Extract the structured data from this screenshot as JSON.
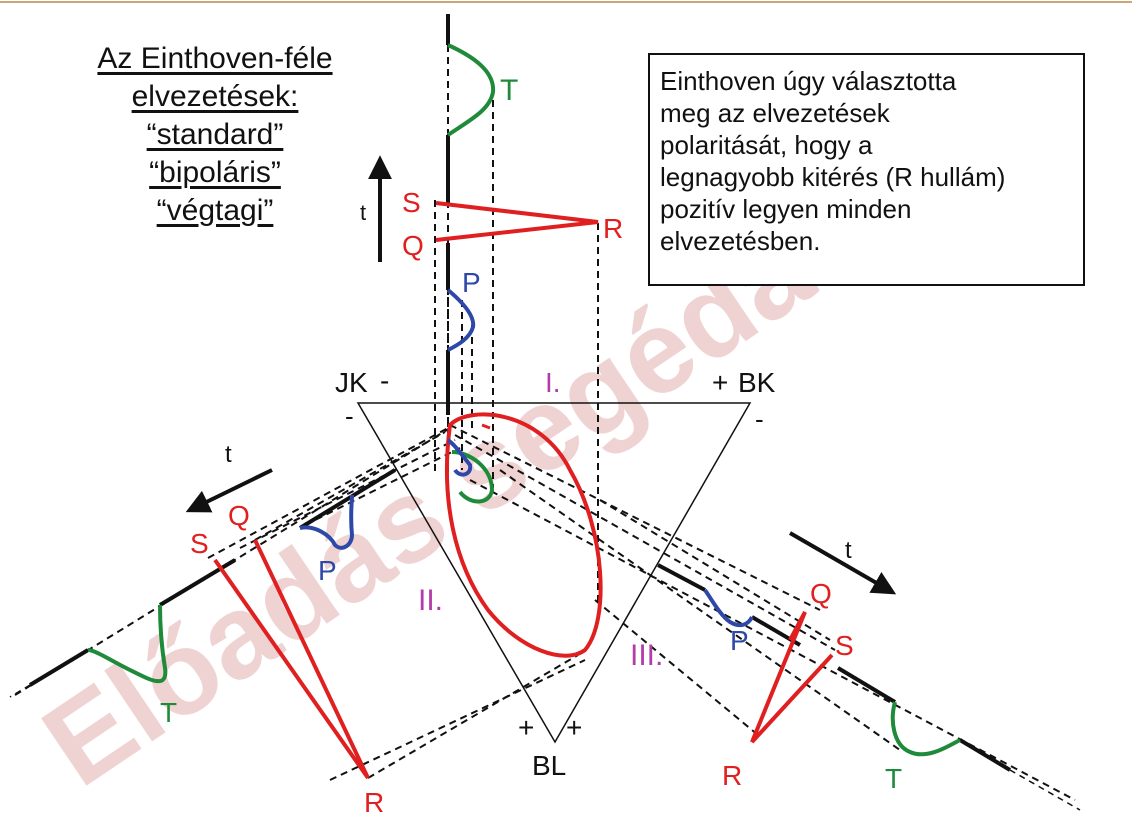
{
  "title_lines": [
    "Az Einthoven-féle",
    "elvezetések:",
    "“standard”",
    "“bipoláris”",
    "“végtagi”"
  ],
  "info_lines": [
    "Einthoven úgy választotta",
    "meg az elvezetések",
    "polaritását, hogy a",
    "legnagyobb kitérés (R hullám)",
    "pozitív legyen minden",
    "elvezetésben."
  ],
  "labels": {
    "jk": "JK",
    "bk": "BK",
    "bl": "BL",
    "lead1": "I.",
    "lead2": "II.",
    "lead3": "III.",
    "t": "t",
    "minus": "-",
    "plus": "+",
    "P": "P",
    "Q": "Q",
    "R": "R",
    "S": "S",
    "T": "T"
  },
  "watermark": "Előadás segédanyag",
  "colors": {
    "qrs": "#e02020",
    "p": "#2d48a8",
    "t": "#1f8a3a",
    "lead_label": "#b43ca8",
    "axis": "#111111",
    "watermark": "#e8c8c8"
  }
}
